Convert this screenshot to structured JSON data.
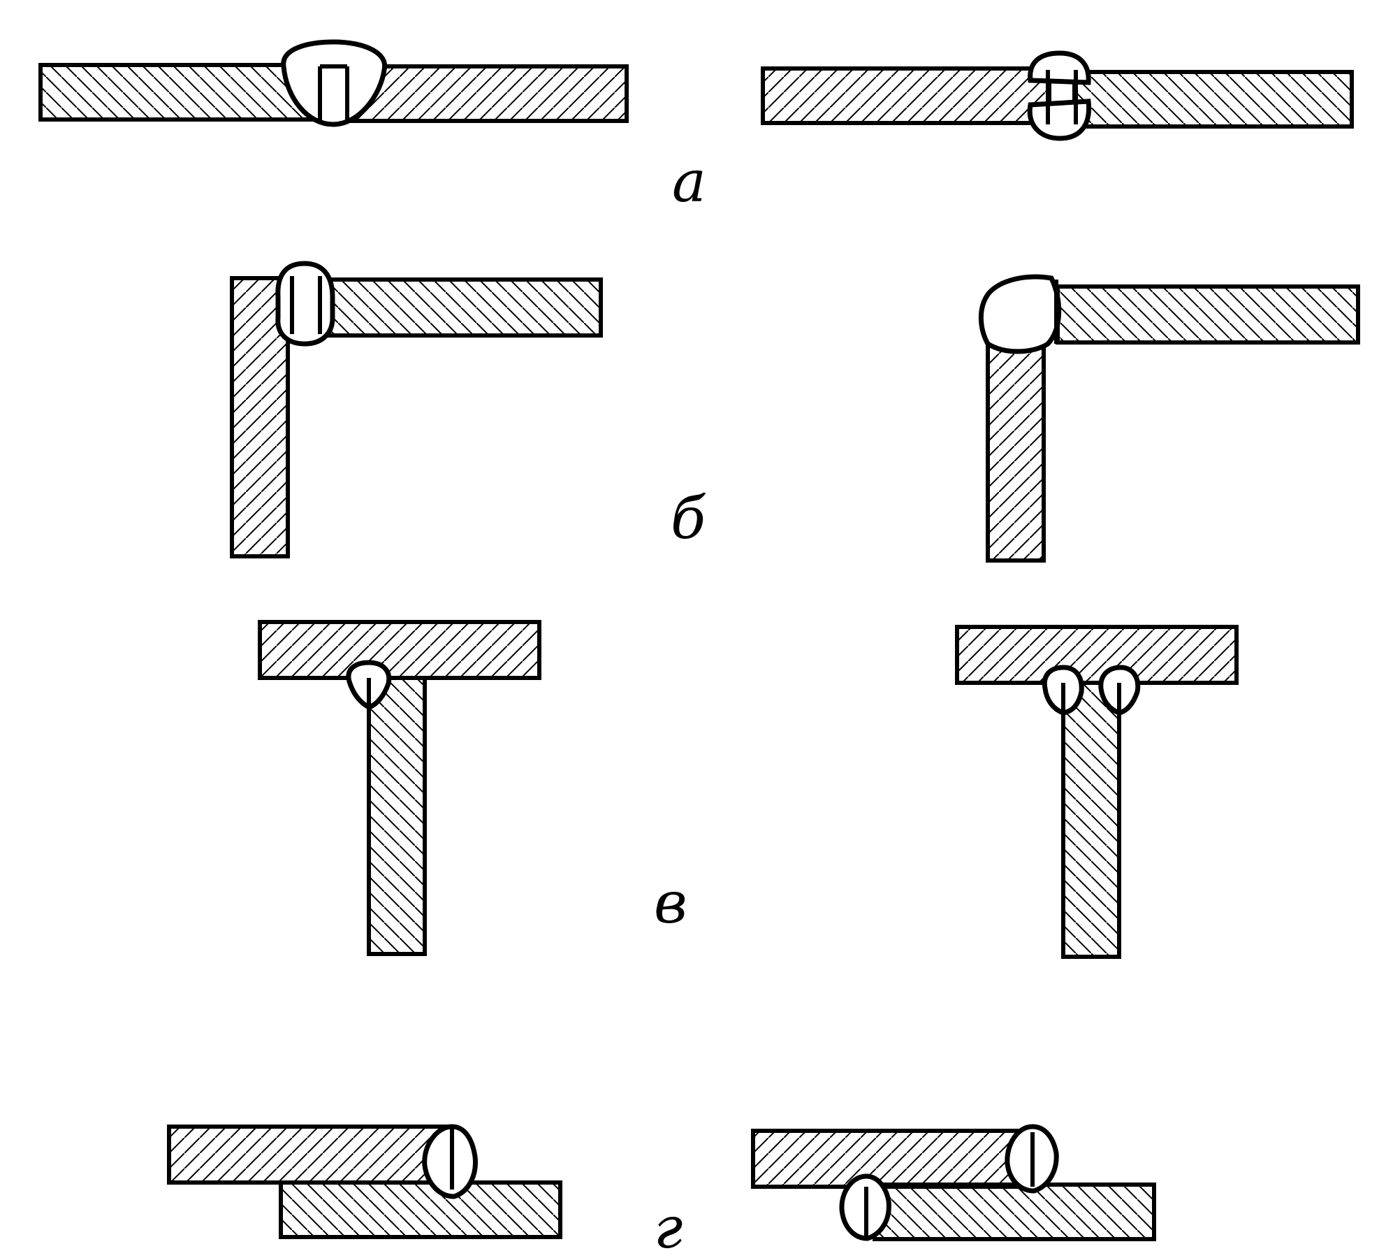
{
  "labels": {
    "a": "а",
    "b": "б",
    "v": "в",
    "g": "г"
  },
  "colors": {
    "stroke": "#000000",
    "background": "#ffffff"
  }
}
